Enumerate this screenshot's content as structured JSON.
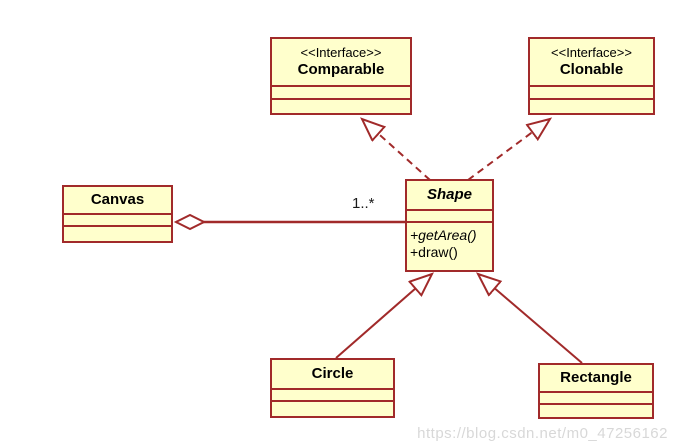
{
  "diagram": {
    "type": "uml-class-diagram",
    "comparable": {
      "stereotype": "<<Interface>>",
      "name": "Comparable"
    },
    "clonable": {
      "stereotype": "<<Interface>>",
      "name": "Clonable"
    },
    "shape": {
      "name": "Shape",
      "method_getarea": "+getArea()",
      "method_draw": "+draw()"
    },
    "canvas_class": {
      "name": "Canvas"
    },
    "circle": {
      "name": "Circle"
    },
    "rectangle": {
      "name": "Rectangle"
    },
    "aggregation_multiplicity": "1..*",
    "watermark": "https://blog.csdn.net/m0_47256162",
    "colors": {
      "box_fill": "#FFFFCC",
      "box_border": "#A12A2A",
      "connector": "#A12A2A",
      "text": "#000000",
      "watermark_text": "#D8D8D8",
      "background": "#FFFFFF"
    },
    "relationships": [
      {
        "from": "Shape",
        "to": "Comparable",
        "kind": "realization"
      },
      {
        "from": "Shape",
        "to": "Clonable",
        "kind": "realization"
      },
      {
        "from": "Circle",
        "to": "Shape",
        "kind": "generalization"
      },
      {
        "from": "Rectangle",
        "to": "Shape",
        "kind": "generalization"
      },
      {
        "from": "Canvas",
        "to": "Shape",
        "kind": "aggregation",
        "multiplicity": "1..*"
      }
    ]
  }
}
